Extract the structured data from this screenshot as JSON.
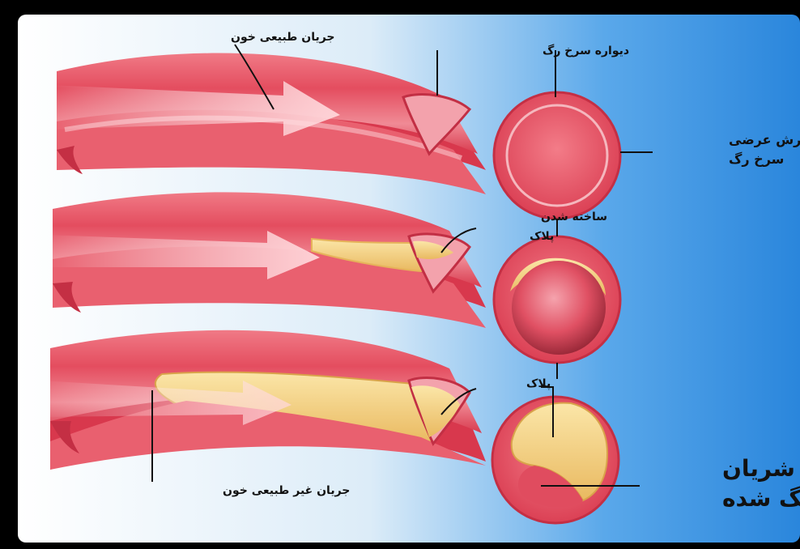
{
  "labels": {
    "normal_flow": "جریان طبیعی خون",
    "artery_wall": "دیواره سرخ رگ",
    "cross_section_line1": "برش عرضی",
    "cross_section_line2": "سرخ رگ",
    "plaque_buildup_line1": "ساخته شدن",
    "plaque_buildup_line2": "پلاک",
    "plaque": "پلاک",
    "abnormal_flow": "جریان غیر طبیعی خون",
    "narrowed_line1": "شریان",
    "narrowed_line2": "تنگ شده"
  },
  "colors": {
    "frame": "#000000",
    "background_light": "#ffffff",
    "background_blue": "#2f8fe0",
    "artery_red": "#e0475a",
    "artery_light": "#f6a7b0",
    "plaque_yellow": "#f1cf80"
  }
}
